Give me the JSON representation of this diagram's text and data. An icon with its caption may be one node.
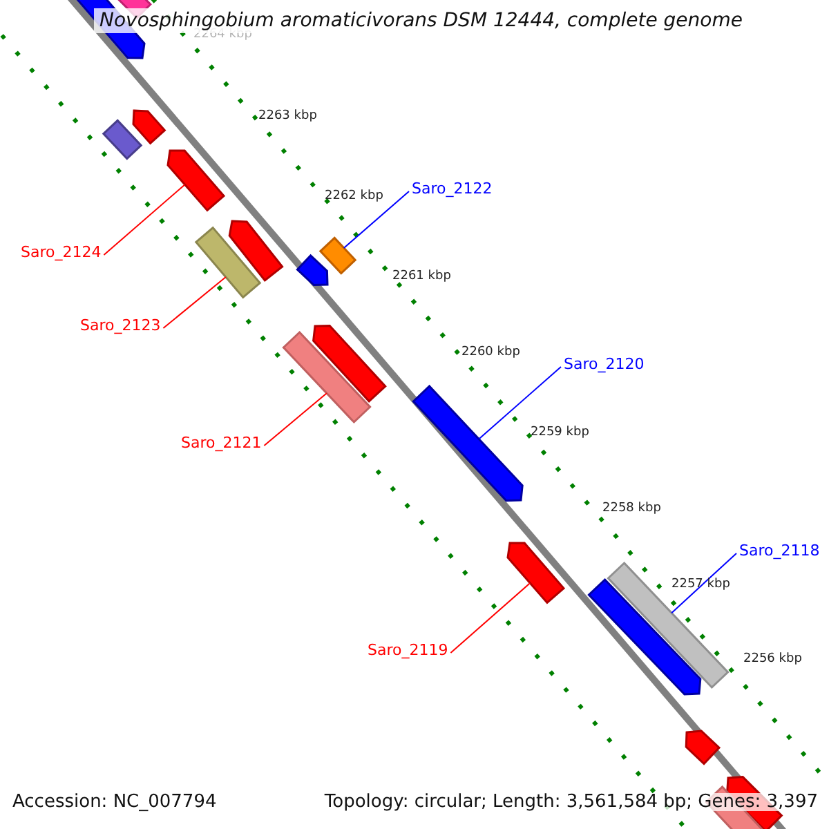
{
  "diagram": {
    "title": "Novosphingobium aromaticivorans DSM 12444, complete genome",
    "nodes": [
      {
        "text": [
          "Saro_2122"
        ]
      },
      {
        "text": [],
        "shape": "bar"
      },
      {
        "text": [
          "Saro_2124"
        ]
      },
      {
        "text": [],
        "shape": "bar"
      },
      {
        "text": [
          "Saro_2123"
        ]
      },
      {
        "text": [],
        "shape": "bar"
      },
      {
        "text": [
          "Saro_2120"
        ]
      },
      {
        "text": [],
        "shape": "bar"
      },
      {
        "text": [
          "Saro_2121"
        ]
      },
      {
        "text": [],
        "shape": "bar"
      },
      {
        "text": [
          "Saro_2118"
        ]
      },
      {
        "text": [],
        "shape": "bar"
      },
      {
        "text": [
          "Saro_2119"
        ]
      },
      {
        "text": [],
        "shape": "bar"
      },
      {
        "text": [],
        "shape": "bar"
      },
      {
        "text": [],
        "shape": "bar"
      },
      {
        "text": [],
        "shape": "bar"
      },
      {
        "text": [],
        "shape": "bar"
      },
      {
        "text": [],
        "shape": "bar"
      },
      {
        "text": [],
        "shape": "bar"
      },
      {
        "text": [],
        "shape": "bar"
      },
      {
        "text": [],
        "shape": "bar"
      },
      {
        "text": [],
        "shape": "bar"
      },
      {
        "text": [],
        "shape": "bar"
      },
      {
        "text": [],
        "shape": "bar"
      }
    ],
    "edges": [
      {
        "from": 0,
        "to": 1,
        "arrow": "none",
        "color": "#0000ff"
      },
      {
        "from": 2,
        "to": 3,
        "arrow": "none"
      },
      {
        "from": 4,
        "to": 5,
        "arrow": "none"
      },
      {
        "from": 6,
        "to": 7,
        "arrow": "none",
        "color": "#0000ff"
      },
      {
        "from": 8,
        "to": 9,
        "arrow": "none"
      },
      {
        "from": 10,
        "to": 11,
        "arrow": "none",
        "color": "#0000ff"
      },
      {
        "from": 12,
        "to": 13,
        "arrow": "none"
      }
    ],
    "labels": [
      "2264 kbp",
      "2263 kbp",
      "2262 kbp",
      "2261 kbp",
      "2260 kbp",
      "2259 kbp",
      "2258 kbp",
      "2257 kbp",
      "2256 kbp",
      "Accession: NC_007794",
      "Topology: circular; Length: 3,561,584 bp; Genes: 3,397"
    ]
  }
}
